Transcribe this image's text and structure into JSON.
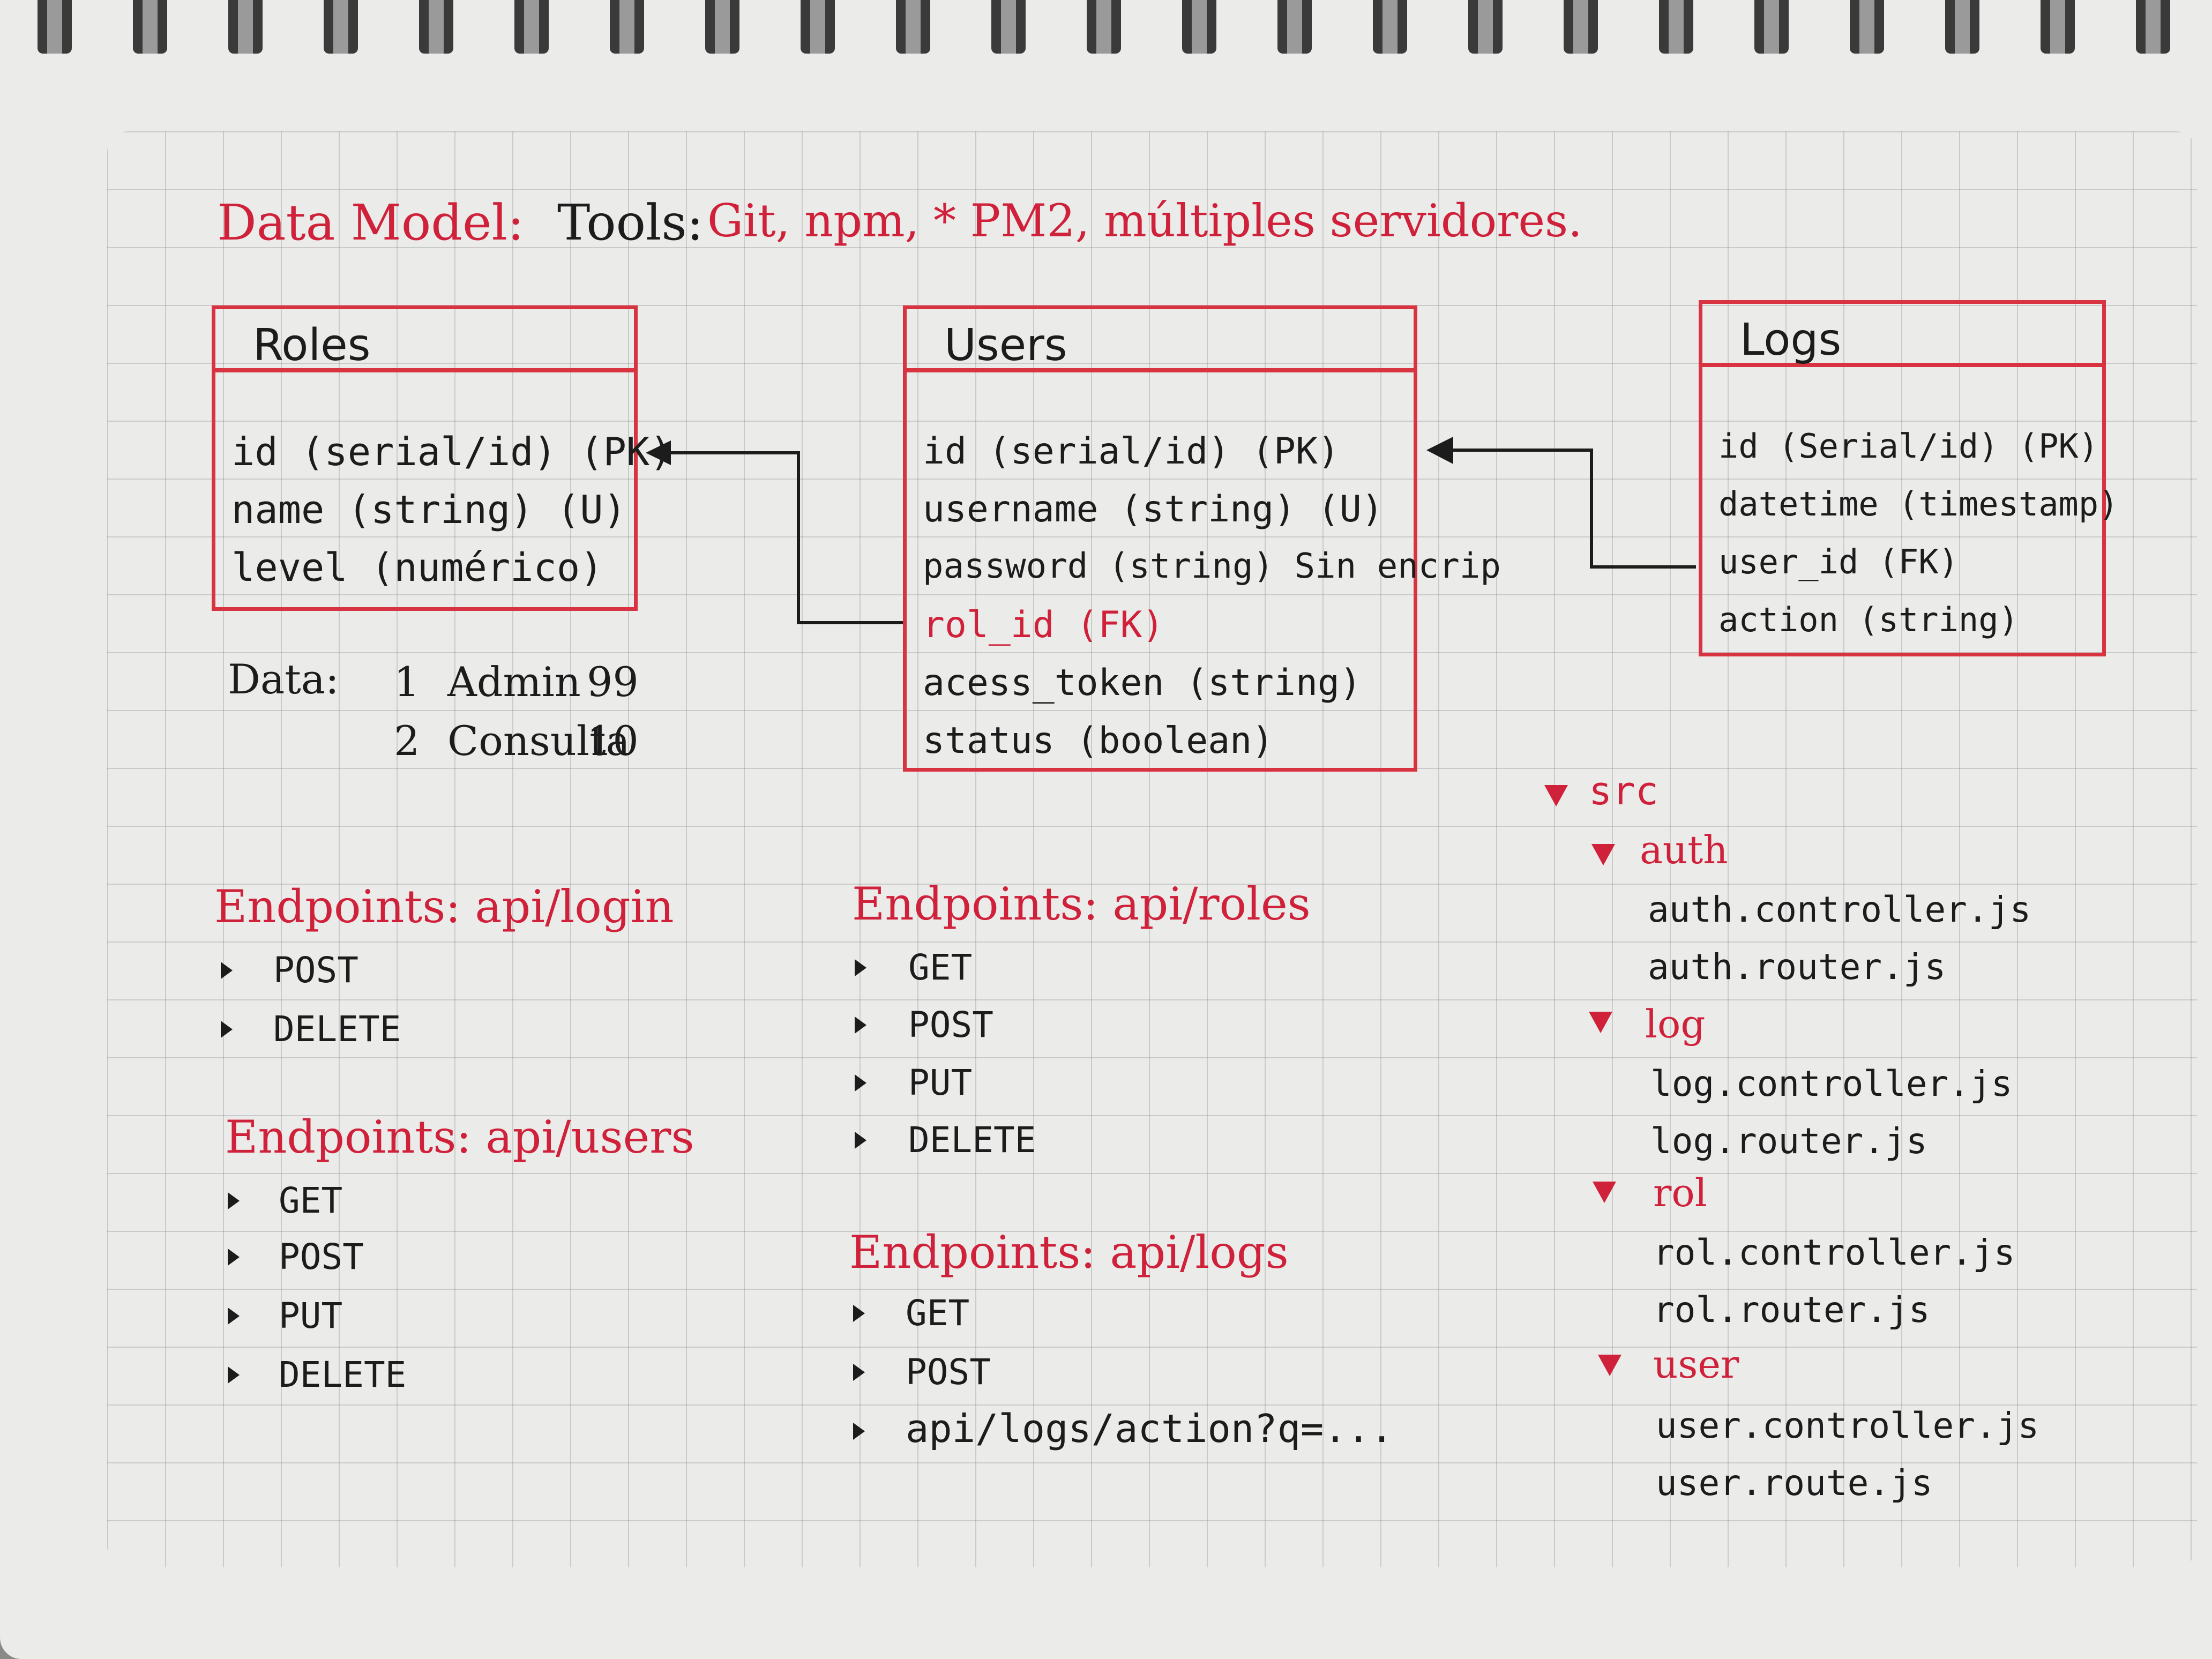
{
  "header": {
    "data_model_label": "Data Model:",
    "tools_label": "Tools:",
    "tools_list": "Git, npm, * PM2, múltiples servidores."
  },
  "tables": {
    "roles": {
      "name": "Roles",
      "fields": [
        "id (serial/id) (PK)",
        "name (string) (U)",
        "level (numérico)"
      ]
    },
    "users": {
      "name": "Users",
      "fields": [
        "id (serial/id) (PK)",
        "username (string) (U)",
        "password (string) Sin encrip",
        "rol_id (FK)",
        "acess_token (string)",
        "status (boolean)"
      ]
    },
    "logs": {
      "name": "Logs",
      "fields": [
        "id (Serial/id) (PK)",
        "datetime (timestamp)",
        "user_id (FK)",
        "action (string)"
      ]
    }
  },
  "roles_data": {
    "label": "Data:",
    "rows": [
      {
        "id": "1",
        "name": "Admin",
        "level": "99"
      },
      {
        "id": "2",
        "name": "Consulta",
        "level": "10"
      }
    ]
  },
  "endpoints": {
    "login": {
      "title": "Endpoints: api/login",
      "items": [
        "POST",
        "DELETE"
      ]
    },
    "users": {
      "title": "Endpoints: api/users",
      "items": [
        "GET",
        "POST",
        "PUT",
        "DELETE"
      ]
    },
    "roles": {
      "title": "Endpoints: api/roles",
      "items": [
        "GET",
        "POST",
        "PUT",
        "DELETE"
      ]
    },
    "logs": {
      "title": "Endpoints: api/logs",
      "items": [
        "GET",
        "POST",
        "api/logs/action?q=..."
      ]
    }
  },
  "tree": {
    "root": "src",
    "folders": [
      {
        "name": "auth",
        "files": [
          "auth.controller.js",
          "auth.router.js"
        ]
      },
      {
        "name": "log",
        "files": [
          "log.controller.js",
          "log.router.js"
        ]
      },
      {
        "name": "rol",
        "files": [
          "rol.controller.js",
          "rol.router.js"
        ]
      },
      {
        "name": "user",
        "files": [
          "user.controller.js",
          "user.route.js"
        ]
      }
    ]
  },
  "colors": {
    "ink_red": "#d0213a",
    "ink_black": "#1c1c1c",
    "paper": "#ebebea",
    "box_red": "#d83340"
  }
}
